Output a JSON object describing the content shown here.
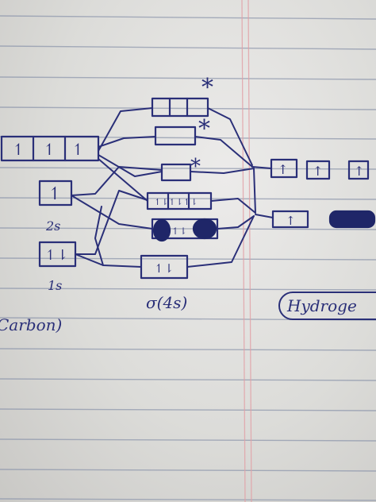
{
  "labels": {
    "carbon_2p_arrows": [
      "↿",
      "↿",
      "↿"
    ],
    "carbon_2s_arrow": "↿",
    "carbon_2s_label": "2s",
    "carbon_1s_arrows": "↿⇂",
    "carbon_1s_label": "1s",
    "carbon_label": "Carbon)",
    "center_label": "σ(4s)",
    "hydrogen_label": "Hydroge",
    "hydrogen_arrows": [
      "↑",
      "↑",
      "↑"
    ],
    "hydrogen_lower_arrow": "↑",
    "star_mark": "*",
    "mo_pairs": [
      "↿⇂↿⇂↿⇂",
      "↿⇂",
      "↿⇂"
    ]
  },
  "colors": {
    "ink": "#2a2f78",
    "rule": "#8f98ad",
    "margin_rule": "#e2a0a6",
    "paper": "#e6e6e4"
  }
}
